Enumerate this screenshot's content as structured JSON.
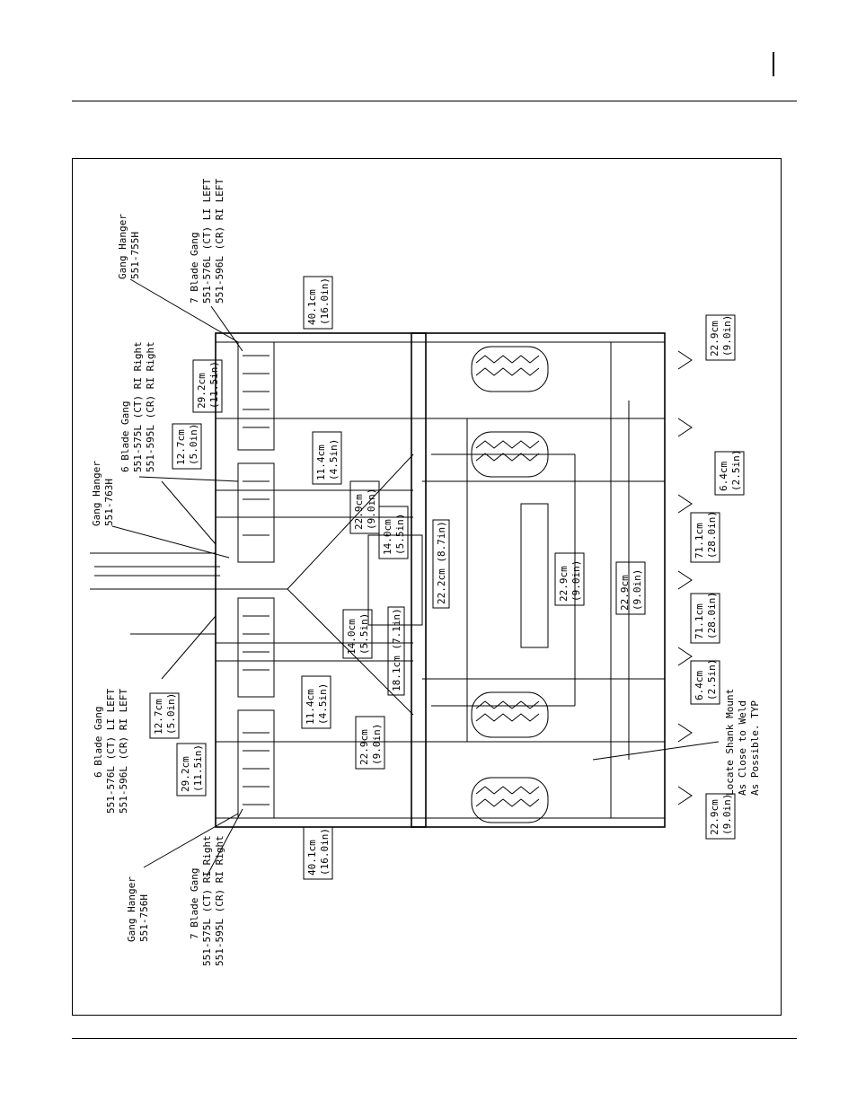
{
  "labels": {
    "gh_551_755h_a": "Gang Hanger",
    "gh_551_755h_b": "551-755H",
    "bg7_left_a": "7 Blade Gang",
    "bg7_left_b": "551-576L (CT) LI LEFT",
    "bg7_left_c": "551-596L (CR) RI LEFT",
    "bg6_right_a": "6 Blade Gang",
    "bg6_right_b": "551-575L (CT) RI Right",
    "bg6_right_c": "551-595L (CR) RI Right",
    "gh_551_763h_a": "Gang Hanger",
    "gh_551_763h_b": "551-763H",
    "bg6_left_a": "6 Blade Gang",
    "bg6_left_b": "551-576L (CT) LI LEFT",
    "bg6_left_c": "551-596L (CR) RI LEFT",
    "gh_551_756h_a": "Gang Hanger",
    "gh_551_756h_b": "551-756H",
    "bg7_right_a": "7 Blade Gang",
    "bg7_right_b": "551-575L (CT) RI Right",
    "bg7_right_c": "551-595L (CR) RI Right",
    "locate_a": "Locate Shank Mount",
    "locate_b": "As Close to Weld",
    "locate_c": "As Possible. TYP"
  },
  "dims": {
    "d40_1_top_a": "40.1cm",
    "d40_1_top_b": "(16.0in)",
    "d29_2_top_a": "29.2cm",
    "d29_2_top_b": "(11.5in)",
    "d12_7_top_a": "12.7cm",
    "d12_7_top_b": "(5.0in)",
    "d11_4_top_a": "11.4cm",
    "d11_4_top_b": "(4.5in)",
    "d22_9_a_a": "22.9cm",
    "d22_9_a_b": "(9.0in)",
    "d14_0_a": "14.0cm",
    "d14_0_b": "(5.5in)",
    "d22_2": "22.2cm (8.7in)",
    "d22_9_b_a": "22.9cm",
    "d22_9_b_b": "(9.0in)",
    "d22_9_c_a": "22.9cm",
    "d22_9_c_b": "(9.0in)",
    "d14_0_c_a": "14.0cm",
    "d14_0_c_b": "(5.5in)",
    "d18_1": "18.1cm (7.1in)",
    "d11_4_bot_a": "11.4cm",
    "d11_4_bot_b": "(4.5in)",
    "d12_7_bot_a": "12.7cm",
    "d12_7_bot_b": "(5.0in)",
    "d29_2_bot_a": "29.2cm",
    "d29_2_bot_b": "(11.5in)",
    "d22_9_d_a": "22.9cm",
    "d22_9_d_b": "(9.0in)",
    "d40_1_bot_a": "40.1cm",
    "d40_1_bot_b": "(16.0in)",
    "d22_9_r1_a": "22.9cm",
    "d22_9_r1_b": "(9.0in)",
    "d6_4_r1_a": "6.4cm",
    "d6_4_r1_b": "(2.5in)",
    "d71_1_r1_a": "71.1cm",
    "d71_1_r1_b": "(28.0in)",
    "d71_1_r2_a": "71.1cm",
    "d71_1_r2_b": "(28.0in)",
    "d6_4_r2_a": "6.4cm",
    "d6_4_r2_b": "(2.5in)",
    "d22_9_r2_a": "22.9cm",
    "d22_9_r2_b": "(9.0in)"
  }
}
